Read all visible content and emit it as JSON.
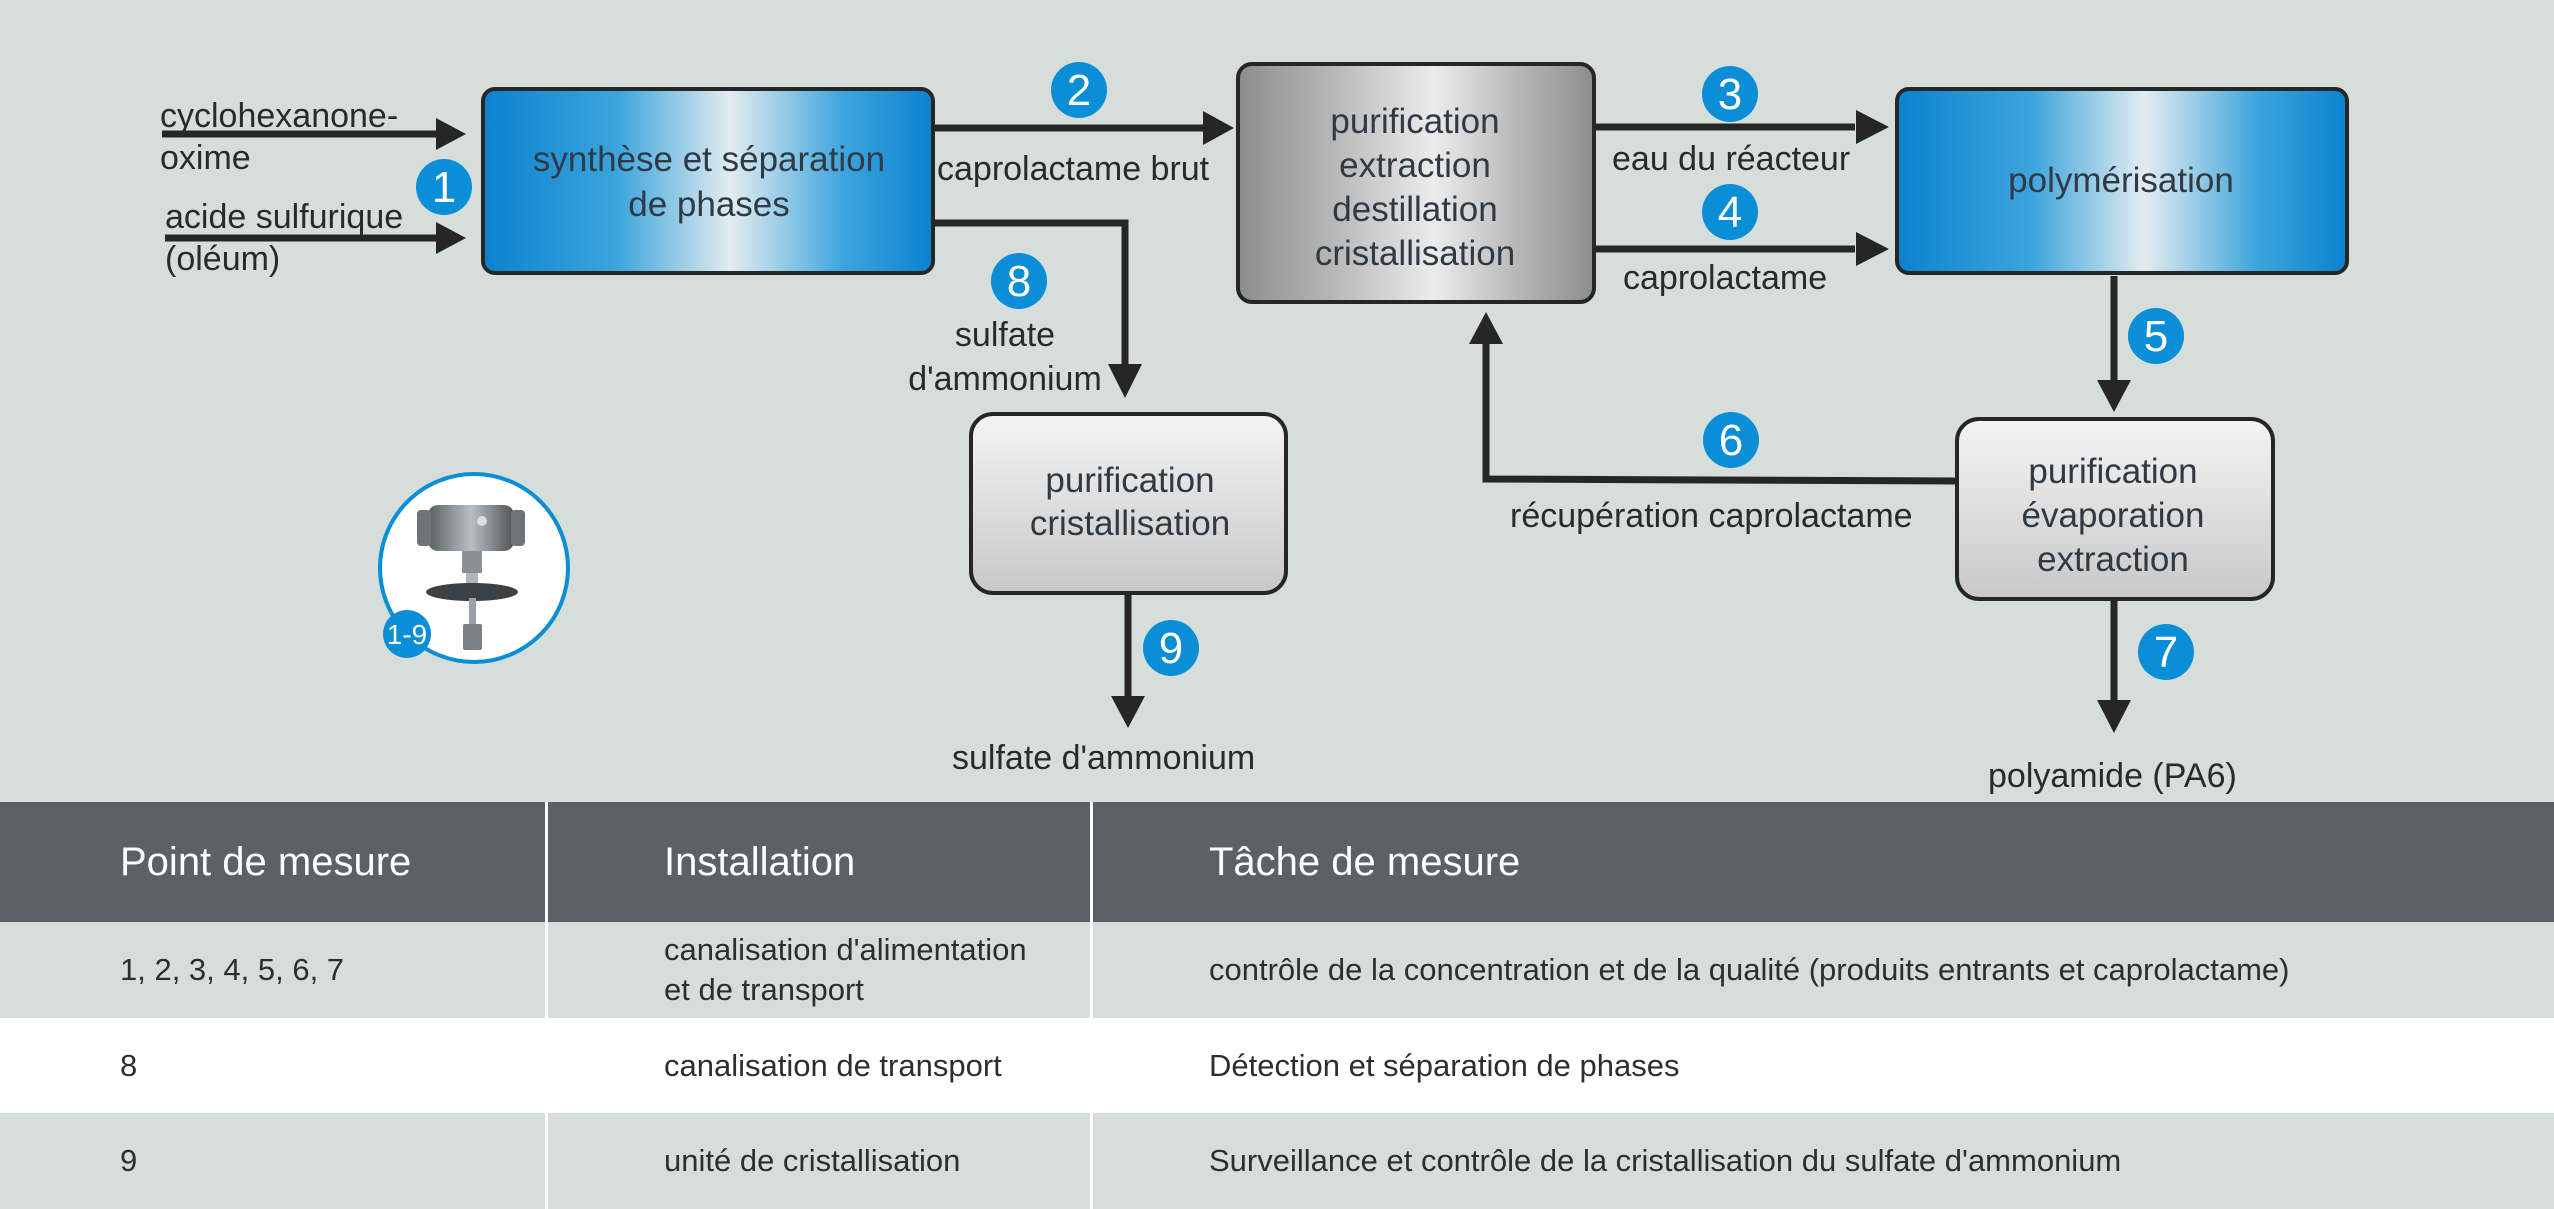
{
  "diagram": {
    "boxes": {
      "synthese": [
        "synthèse et séparation",
        "de phases"
      ],
      "purif_main": [
        "purification",
        "extraction",
        "destillation",
        "cristallisation"
      ],
      "polymerisation": [
        "polymérisation"
      ],
      "purif_cristal": [
        "purification",
        "cristallisation"
      ],
      "purif_evap": [
        "purification",
        "évaporation",
        "extraction"
      ]
    },
    "labels": {
      "cyclohexanone": [
        "cyclohexanone-",
        "oxime"
      ],
      "acide": [
        "acide sulfurique",
        "(oléum)"
      ],
      "caprolactame_brut": "caprolactame brut",
      "eau": "eau du réacteur",
      "caprolactame": "caprolactame",
      "sulfate": [
        "sulfate",
        "d'ammonium"
      ],
      "recuperation": "récupération caprolactame",
      "sulfate_out": "sulfate d'ammonium",
      "polyamide": "polyamide (PA6)"
    },
    "badges": [
      "1",
      "2",
      "3",
      "4",
      "5",
      "6",
      "7",
      "8",
      "9"
    ],
    "device_label": "1-9"
  },
  "table": {
    "headers": [
      "Point de mesure",
      "Installation",
      "Tâche de mesure"
    ],
    "rows": [
      {
        "point": "1, 2, 3, 4, 5, 6, 7",
        "installation": [
          "canalisation d'alimentation",
          "et de transport"
        ],
        "tache": "contrôle de la concentration et de la qualité (produits entrants et caprolactame)"
      },
      {
        "point": "8",
        "installation": [
          "canalisation de transport"
        ],
        "tache": "Détection et séparation de phases"
      },
      {
        "point": "9",
        "installation": [
          "unité de cristallisation"
        ],
        "tache": "Surveillance et contrôle de la cristallisation du sulfate d'ammonium"
      }
    ]
  },
  "colors": {
    "badge": "#0a8fd6",
    "arrow": "#262626",
    "header_bg": "#5d6064",
    "row_alt_bg": "#d6dedc",
    "row_white_bg": "#ffffff"
  }
}
